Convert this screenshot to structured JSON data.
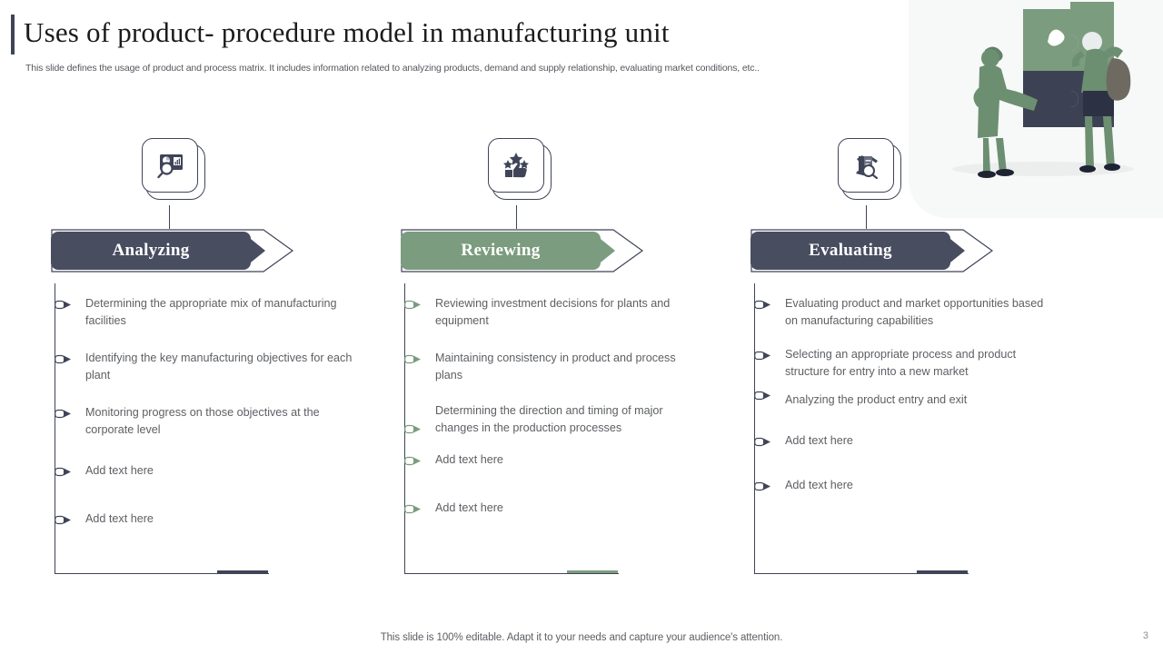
{
  "header": {
    "title": "Uses of product- procedure model in manufacturing unit",
    "subtitle": "This slide defines the usage of product and process matrix. It includes information related to analyzing products, demand and supply relationship, evaluating market conditions, etc..",
    "accent_color": "#3f4458"
  },
  "illustration": {
    "name": "two-people-assembling-puzzle-illustration",
    "panel_bg": "#f7f8f8",
    "green": "#7b9c7e",
    "dark": "#3c4254"
  },
  "columns": [
    {
      "id": "analyzing",
      "icon_name": "chart-board-magnifier-icon",
      "title": "Analyzing",
      "theme": "dark",
      "color": "#484d60",
      "bullets": [
        "Determining the appropriate mix of manufacturing facilities",
        "Identifying the key manufacturing objectives for each plant",
        "Monitoring progress on those objectives at the corporate level",
        "Add text here",
        "Add text here"
      ]
    },
    {
      "id": "reviewing",
      "icon_name": "thumbs-up-stars-icon",
      "title": "Reviewing",
      "theme": "green",
      "color": "#7b9c7e",
      "bullets": [
        "Reviewing investment decisions for plants and equipment",
        "Maintaining consistency in product and process plans",
        "Determining the direction and timing of major changes in the production processes",
        "Add text here",
        "Add text here"
      ]
    },
    {
      "id": "evaluating",
      "icon_name": "documents-magnifier-icon",
      "title": "Evaluating",
      "theme": "dark",
      "color": "#484d60",
      "bullets": [
        "Evaluating product and market opportunities based on manufacturing capabilities",
        "Selecting an appropriate process and product structure for entry into a new market",
        "Analyzing the product entry and exit",
        "Add text here",
        "Add text here"
      ]
    }
  ],
  "footer": {
    "note": "This slide is 100% editable. Adapt it to your needs and capture your audience's attention.",
    "page_number": "3"
  }
}
